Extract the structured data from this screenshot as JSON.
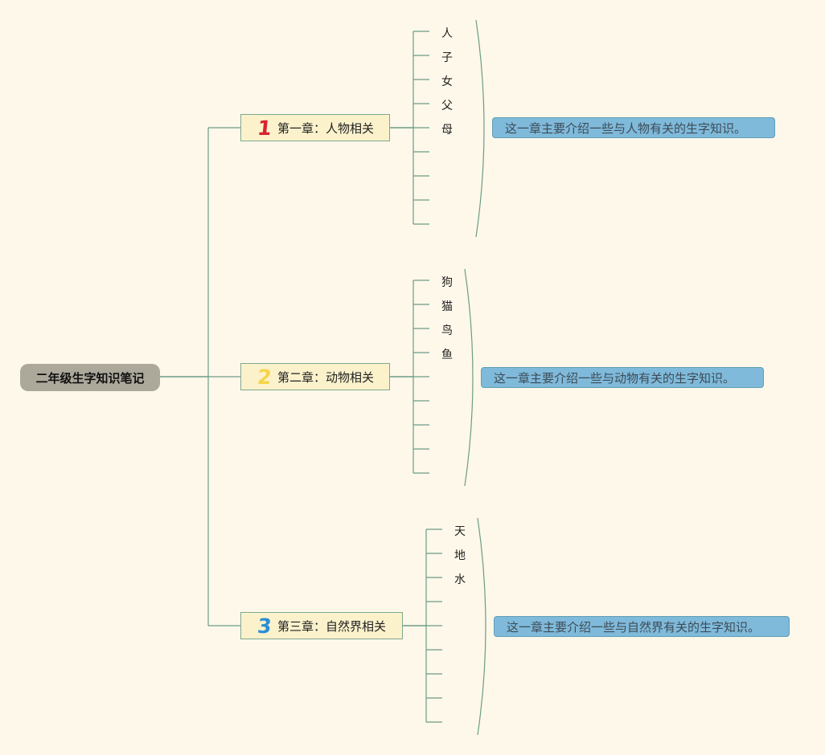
{
  "root": {
    "title": "二年级生字知识笔记"
  },
  "chapters": [
    {
      "number": "1",
      "number_color": "#d9232e",
      "title": "第一章：人物相关",
      "characters": [
        "人",
        "子",
        "女",
        "父",
        "母"
      ],
      "summary": "这一章主要介绍一些与人物有关的生字知识。"
    },
    {
      "number": "2",
      "number_color": "#f6d448",
      "title": "第二章：动物相关",
      "characters": [
        "狗",
        "猫",
        "鸟",
        "鱼"
      ],
      "summary": "这一章主要介绍一些与动物有关的生字知识。"
    },
    {
      "number": "3",
      "number_color": "#2b8fd4",
      "title": "第三章：自然界相关",
      "characters": [
        "天",
        "地",
        "水"
      ],
      "summary": "这一章主要介绍一些与自然界有关的生字知识。"
    }
  ],
  "colors": {
    "background": "#fdf8ea",
    "line": "#6d9c86",
    "root_fill": "#aca89a",
    "chapter_fill": "#fbf2cc",
    "summary_fill": "#7fbadb"
  }
}
